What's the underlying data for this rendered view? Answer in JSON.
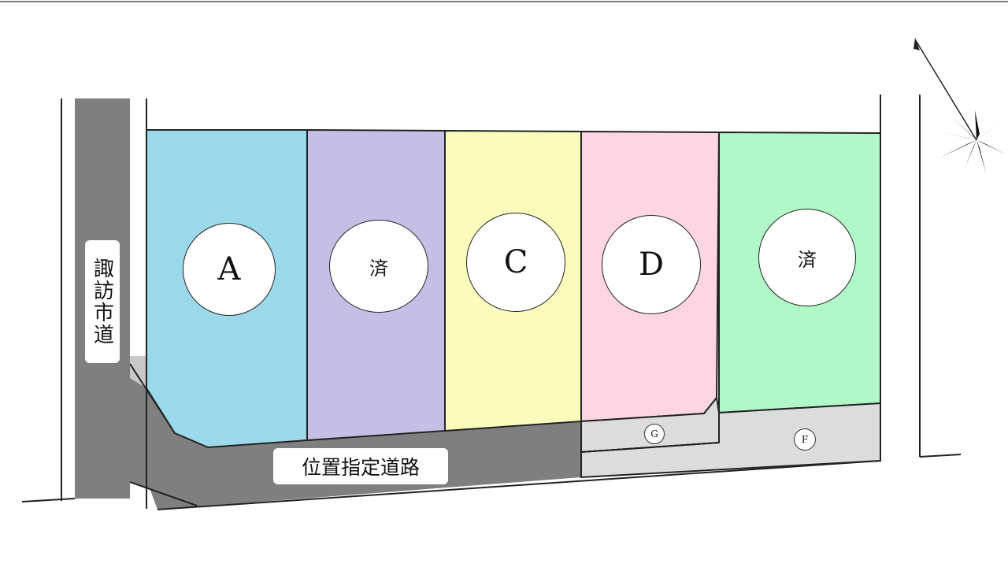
{
  "lots": [
    {
      "id": "A",
      "label": "A",
      "color": "#9bd8ea"
    },
    {
      "id": "B",
      "label": "済",
      "color": "#c6bfe5"
    },
    {
      "id": "C",
      "label": "C",
      "color": "#fbfcbc"
    },
    {
      "id": "D",
      "label": "D",
      "color": "#fed6e3"
    },
    {
      "id": "E",
      "label": "済",
      "color": "#b0f8c8"
    }
  ],
  "spaces": [
    {
      "id": "G",
      "label": "G",
      "color": "#dcdcdc"
    },
    {
      "id": "F",
      "label": "F",
      "color": "#dcdcdc"
    }
  ],
  "roads": {
    "city_road_label": "諏訪市道",
    "private_road_label": "位置指定道路",
    "road_color": "#7f7f7f"
  },
  "compass": {
    "icon": "north-arrow-compass-rose-icon"
  }
}
